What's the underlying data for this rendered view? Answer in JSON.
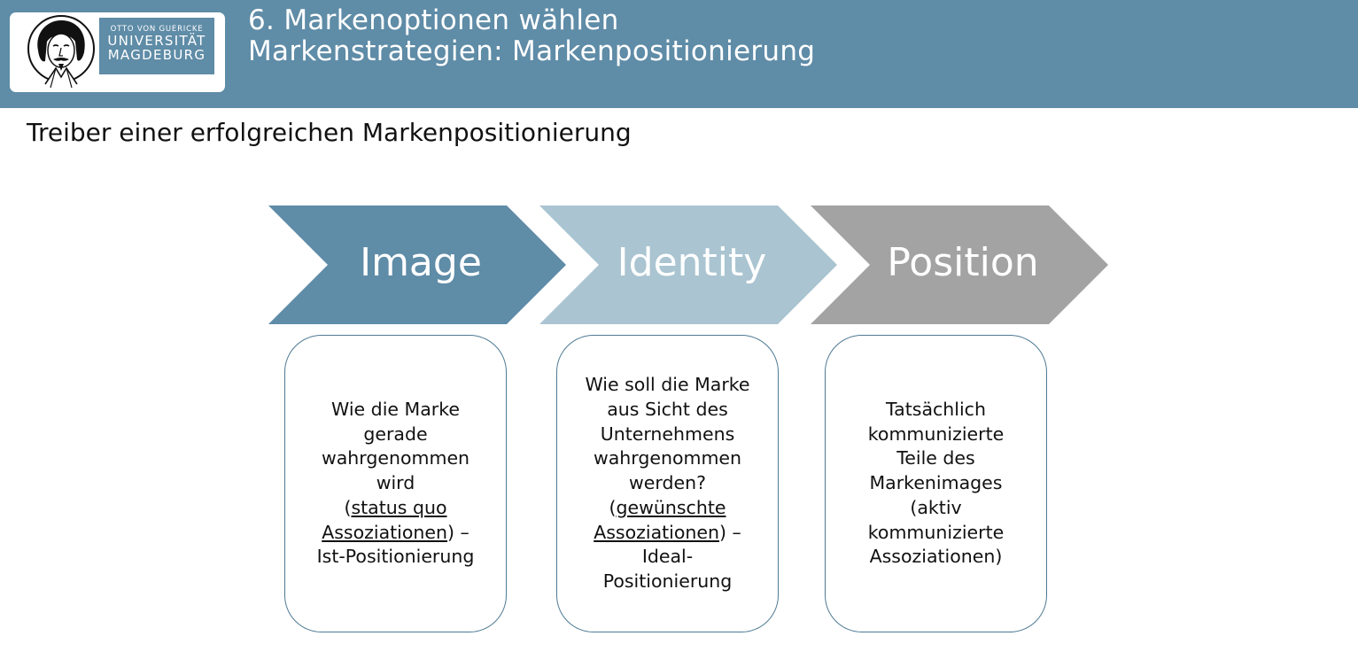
{
  "header": {
    "logo": {
      "line1": "OTTO VON GUERICKE",
      "line2": "UNIVERSITÄT",
      "line3": "MAGDEBURG"
    },
    "title_line1": "6. Markenoptionen wählen",
    "title_line2": "Markenstrategien: Markenpositionierung",
    "color": "#5f8ca7"
  },
  "subtitle": "Treiber einer erfolgreichen Markenpositionierung",
  "steps": [
    {
      "label": "Image",
      "color": "#5f8ca7",
      "text": {
        "l1": "Wie die Marke",
        "l2": "gerade",
        "l3": "wahrgenommen",
        "l4": "wird",
        "l5a": "(",
        "l5b": "status quo",
        "l6a": "Assoziationen",
        "l6b": ") –",
        "l7": "Ist-Positionierung"
      }
    },
    {
      "label": "Identity",
      "color": "#aac4d1",
      "text": {
        "l1": "Wie soll die Marke",
        "l2": "aus Sicht des",
        "l3": "Unternehmens",
        "l4": "wahrgenommen",
        "l5": "werden?",
        "l6a": "(",
        "l6b": "gewünschte",
        "l7a": "Assoziationen",
        "l7b": ") –",
        "l8": "Ideal-",
        "l9": "Positionierung"
      }
    },
    {
      "label": "Position",
      "color": "#a3a3a3",
      "text": {
        "l1": "Tatsächlich",
        "l2": "kommunizierte",
        "l3": "Teile des",
        "l4": "Markenimages",
        "l5": "(aktiv",
        "l6": "kommunizierte",
        "l7": "Assoziationen)"
      }
    }
  ]
}
